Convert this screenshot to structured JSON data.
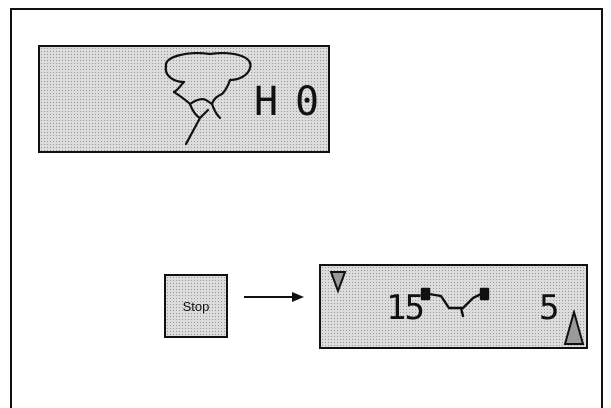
{
  "top_display": {
    "icon": "wheel-tyre-icon",
    "segment_h": "H",
    "segment_zero": "0"
  },
  "stop_button": {
    "label": "Stop"
  },
  "arrow": {
    "icon": "arrow-right-icon"
  },
  "bottom_display": {
    "value_left": "15",
    "value_right": "5",
    "icons": [
      "triangle-down-icon",
      "axle-balance-icon",
      "triangle-up-icon"
    ]
  },
  "colors": {
    "lcd_background": "#dcdcdc",
    "ink": "#111111"
  }
}
